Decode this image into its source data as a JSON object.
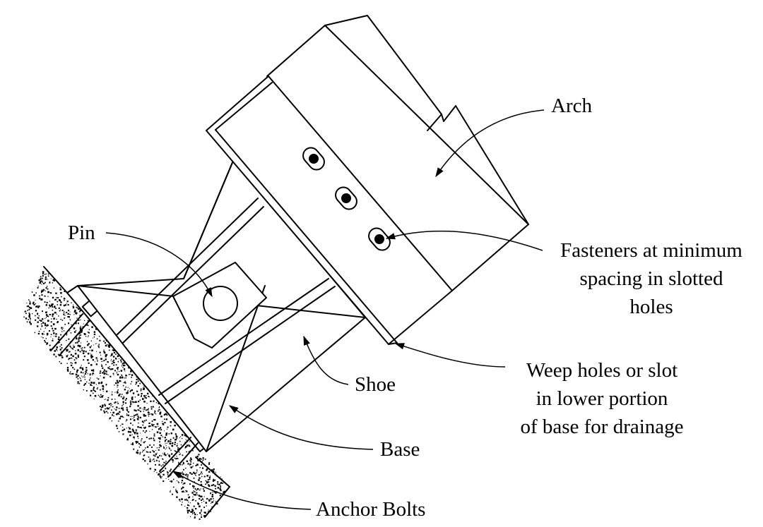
{
  "labels": {
    "arch": "Arch",
    "fasteners": [
      "Fasteners at minimum",
      "spacing in slotted",
      "holes"
    ],
    "pin": "Pin",
    "weep": [
      "Weep holes or slot",
      "in lower portion",
      "of base for drainage"
    ],
    "shoe": "Shoe",
    "base": "Base",
    "anchor_bolts": "Anchor Bolts"
  },
  "colors": {
    "ink": "#000000",
    "paper": "#ffffff"
  }
}
